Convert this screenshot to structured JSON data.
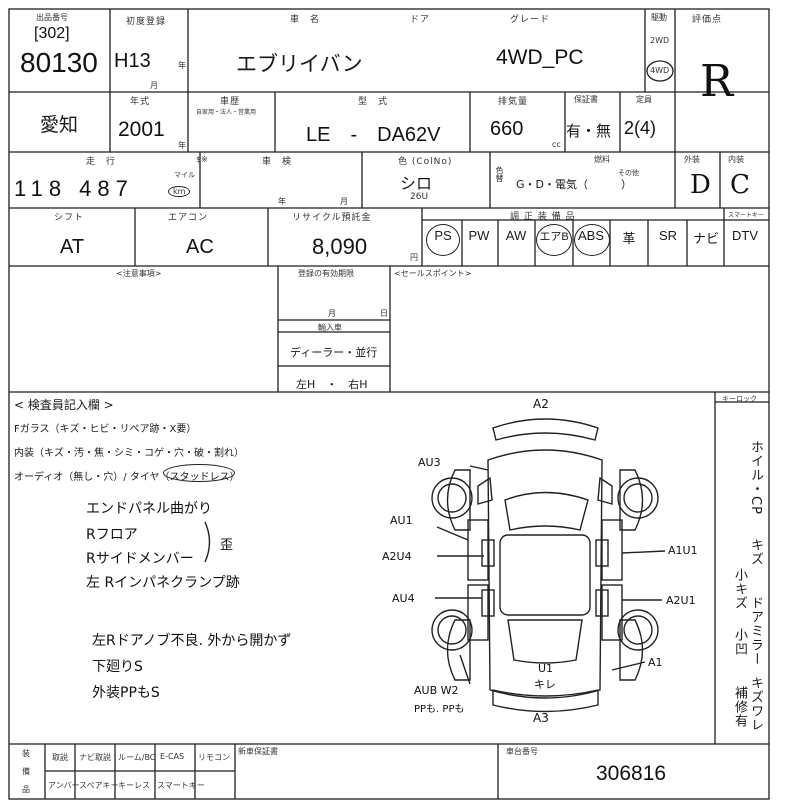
{
  "header": {
    "lot_prefix": "[302]",
    "lot_number": "80130",
    "first_reg_label": "初度登録",
    "first_reg_value": "H13",
    "year_unit": "年",
    "month_unit": "月",
    "car_name_label": "車　名",
    "door_label": "ドア",
    "grade_label": "グレード",
    "car_name": "エブリイバン",
    "grade": "4WD_PC",
    "drive_label": "駆動",
    "drive_2wd": "2WD",
    "drive_4wd": "4WD",
    "score_label": "評価点",
    "score": "R"
  },
  "row2": {
    "region": "愛知",
    "year_label": "年式",
    "year_value": "2001",
    "year_unit": "年",
    "body_label": "車歴",
    "body_sub": "自家用・法人・営業用",
    "model_label": "型　式",
    "model_value": "LE　-　DA62V",
    "displacement_label": "排気量",
    "displacement_value": "660",
    "cc_unit": "cc",
    "warranty_label": "保証書",
    "warranty_value": "有・無",
    "capacity_label": "定員",
    "capacity_value": "2(4)"
  },
  "row3": {
    "mileage_label": "走　行",
    "meter_label": "$※",
    "mileage_value": "118 487",
    "mileage_unit": "km",
    "mile_label": "マイル",
    "inspection_label": "車　検",
    "inspection_year": "年",
    "inspection_month": "月",
    "color_label": "色 (ColNo)",
    "color_value": "シロ",
    "color_code": "26U",
    "repaint_label": "色替",
    "fuel_label": "燃料",
    "fuel_value": "G・D・電気（　　　）",
    "fuel_other": "その他",
    "exterior_label": "外装",
    "exterior_value": "D",
    "interior_label": "内装",
    "interior_value": "C"
  },
  "row4": {
    "shift_label": "シフト",
    "shift_value": "AT",
    "ac_label": "エアコン",
    "ac_value": "AC",
    "recycle_label": "リサイクル預託金",
    "recycle_value": "8,090",
    "yen_unit": "円",
    "equipment_label": "調 正 装 備 品",
    "equipment": [
      "PS",
      "PW",
      "AW",
      "エアB",
      "ABS",
      "革",
      "SR",
      "ナビ",
      "DTV"
    ],
    "smart_key_label": "スマートキー"
  },
  "notes": {
    "caution_label": "<注意事項>",
    "reg_until_label": "登録の有効期限",
    "reg_month": "月",
    "reg_day": "日",
    "import_label": "輸入車",
    "import_value": "ディーラー・並行",
    "handle_value": "左H　・　右H",
    "sales_point_label": "<セールスポイント>"
  },
  "inspector": {
    "title": "< 検査員記入欄 >",
    "glass_line": "Fガラス（キズ・ヒビ・リペア跡・X要）",
    "interior_line": "内装（キズ・汚・焦・シミ・コゲ・穴・破・割れ）",
    "audio_line": "オーディオ（無し・穴）/ タイヤ（スタッドレス）",
    "handwritten": [
      "エンドパネル曲がり",
      "Rフロア",
      "Rサイドメンバー",
      "左 Rインパネクランプ跡",
      "左Rドアノブ不良. 外から開かず",
      "下廻りS",
      "外装PPもS"
    ],
    "bracket_note": "歪"
  },
  "diagram_labels": {
    "front": "A2",
    "rear": "A3",
    "left_top": "AU3",
    "left_mid": "AU1",
    "left_door": "A2U4",
    "left_low": "AU4",
    "right_door": "A1U1",
    "right_low": "A2U1",
    "right_rear": "A1",
    "rear_label": "U1",
    "rear_sub": "キレ",
    "rear_left": "AUB W2",
    "rear_left_sub": "PPも. PPも"
  },
  "side_column": {
    "keyless_label": "キーロック",
    "text_1": "ホイル・CP",
    "text_2": "キズ",
    "text_3": "小キズ",
    "text_4": "ドアミラー",
    "text_5": "キズ",
    "text_6": "ワレ",
    "text_7": "小凹",
    "text_8": "補修有"
  },
  "footer": {
    "equip_label_1": "装",
    "equip_label_2": "備",
    "equip_label_3": "品",
    "items_top": [
      "取説",
      "ナビ取説",
      "ルーム/BC",
      "E-CAS",
      "リモコン"
    ],
    "items_bottom": [
      "アンバー",
      "スペアキー",
      "キーレス",
      "スマートキー"
    ],
    "new_car_label": "新車保証書",
    "chassis_label": "車台番号",
    "chassis_value": "306816"
  }
}
